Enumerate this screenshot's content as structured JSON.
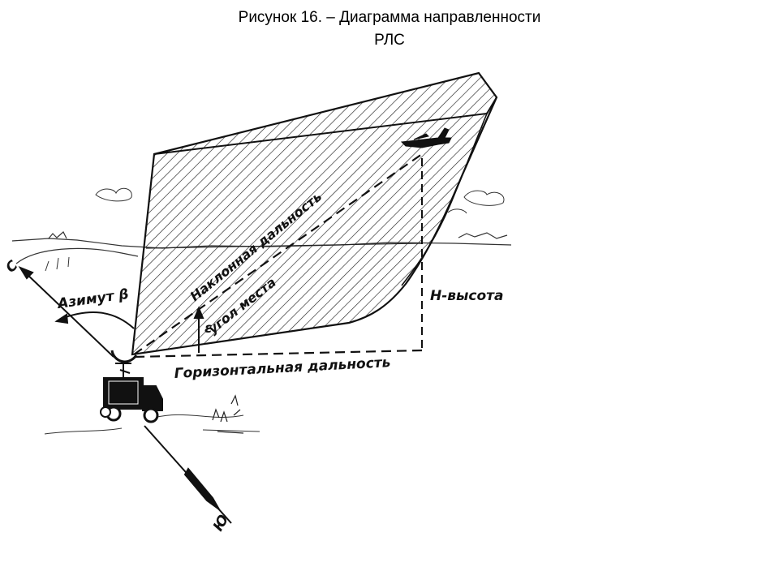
{
  "caption": {
    "line1": "Рисунок 16.   – Диаграмма направленности",
    "line2": "РЛС"
  },
  "labels": {
    "azimuth": "Азимут  β",
    "slant_range": "Наклонная дальность",
    "elevation_angle": "угол места",
    "epsilon": "ε",
    "height": "Н-высота",
    "horizontal_range": "Горизонтальная дальность",
    "north": "С",
    "south": "Ю"
  },
  "icons": [
    "radar-truck-icon",
    "aircraft-icon",
    "compass-arrow-icon"
  ],
  "colors": {
    "ink": "#111111",
    "paper": "#ffffff"
  }
}
